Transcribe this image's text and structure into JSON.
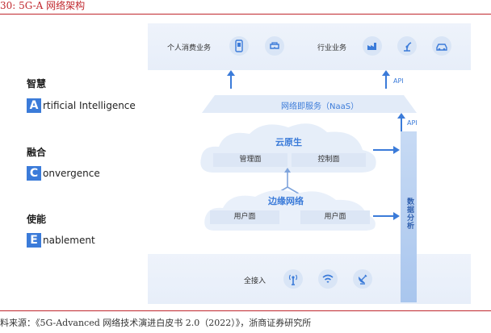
{
  "title": "30:   5G-A 网络架构",
  "source": "料来源：《5G-Advanced 网络技术演进白皮书 2.0（2022）》，浙商证券研究所",
  "pillars": [
    {
      "cn": "智慧",
      "letter": "A",
      "rest": "rtificial Intelligence"
    },
    {
      "cn": "融合",
      "letter": "C",
      "rest": "onvergence"
    },
    {
      "cn": "使能",
      "letter": "E",
      "rest": "nablement"
    }
  ],
  "top": {
    "consumer": "个人消费业务",
    "industry": "行业业务"
  },
  "api_labels": [
    "API",
    "API"
  ],
  "naas": "网络即服务（NaaS）",
  "cloud": {
    "title": "云原生",
    "mgmt": "管理面",
    "ctrl": "控制面"
  },
  "edge": {
    "title": "边缘网络",
    "user1": "用户面",
    "user2": "用户面"
  },
  "access": "全接入",
  "data_analysis": "数据分析",
  "icons": {
    "consumer": [
      "phone-icon",
      "vr-headset-icon"
    ],
    "industry": [
      "factory-icon",
      "robot-arm-icon",
      "car-icon"
    ],
    "access": [
      "antenna-tower-icon",
      "wifi-icon",
      "satellite-dish-icon"
    ]
  },
  "colors": {
    "accent": "#3b7bd9",
    "title_red": "#c0272d",
    "band": "#e9f0fa"
  }
}
